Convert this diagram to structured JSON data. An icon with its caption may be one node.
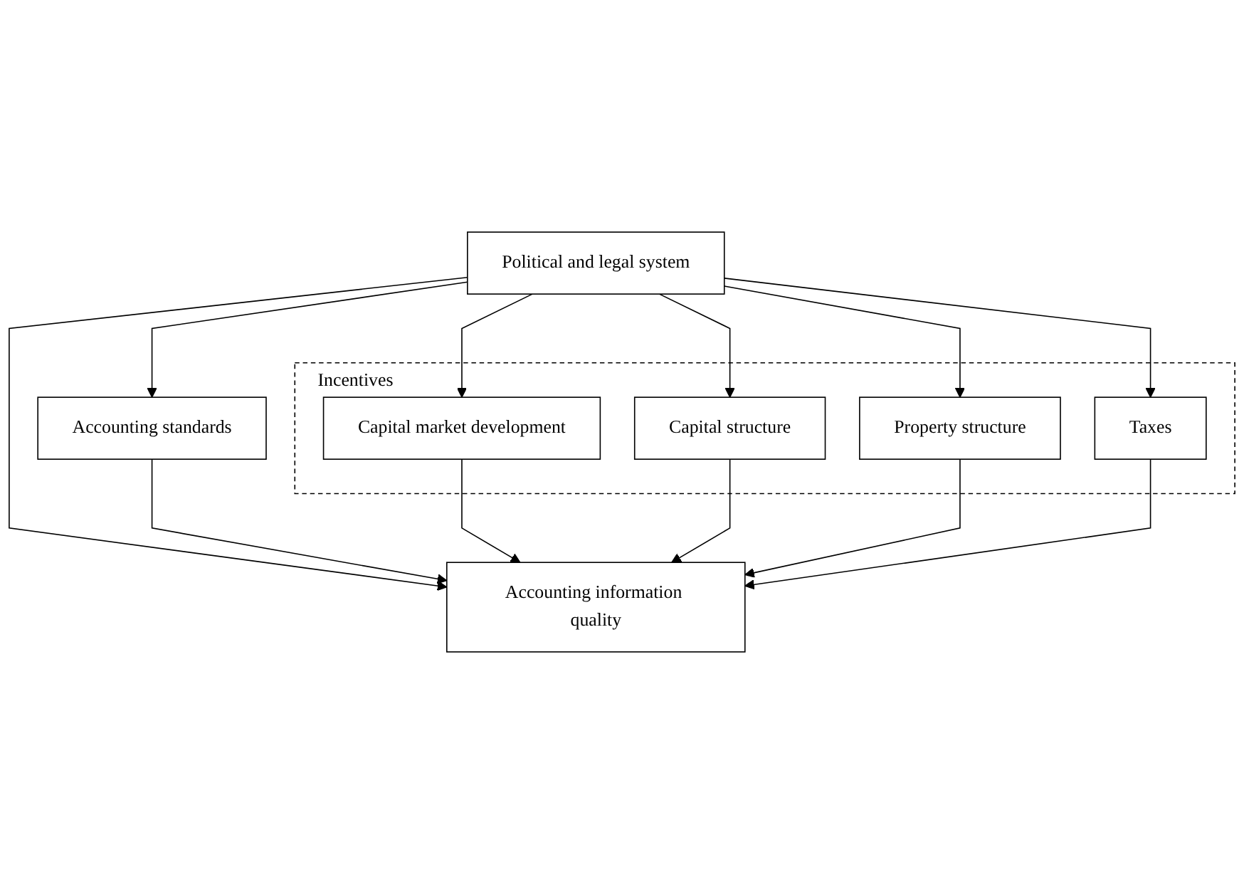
{
  "diagram": {
    "nodes": [
      {
        "text": [
          "Political and legal system"
        ]
      },
      {
        "text": [
          "Incentives"
        ]
      },
      {
        "text": [
          "Accounting standards"
        ]
      },
      {
        "text": [
          "Capital market development"
        ],
        "in": 1
      },
      {
        "text": [
          "Capital structure"
        ],
        "in": 1
      },
      {
        "text": [
          "Property structure"
        ],
        "in": 1
      },
      {
        "text": [
          "Taxes"
        ],
        "in": 1
      },
      {
        "text": [
          "Accounting information quality"
        ]
      }
    ],
    "edges": [
      {
        "from": 0,
        "to": 2,
        "arrow": "to"
      },
      {
        "from": 0,
        "to": 7,
        "arrow": "to"
      },
      {
        "from": 0,
        "to": 3,
        "arrow": "to"
      },
      {
        "from": 0,
        "to": 4,
        "arrow": "to"
      },
      {
        "from": 0,
        "to": 5,
        "arrow": "to"
      },
      {
        "from": 0,
        "to": 6,
        "arrow": "to"
      },
      {
        "from": 2,
        "to": 7,
        "arrow": "to"
      },
      {
        "from": 3,
        "to": 7,
        "arrow": "to"
      },
      {
        "from": 4,
        "to": 7,
        "arrow": "to"
      },
      {
        "from": 5,
        "to": 7,
        "arrow": "to"
      },
      {
        "from": 6,
        "to": 7,
        "arrow": "to"
      }
    ]
  }
}
